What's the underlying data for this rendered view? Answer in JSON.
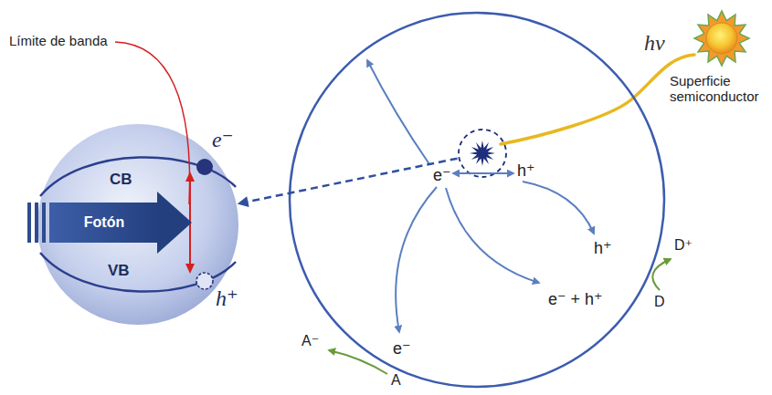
{
  "diagram": {
    "nodes": [
      {
        "text": [
          "CB",
          "VB",
          "e⁻",
          "h⁺"
        ]
      },
      {
        "text": [
          "Fotón"
        ]
      },
      {
        "text": [
          "e⁻",
          "h⁺",
          "h⁺",
          "e⁻ + h⁺",
          "e⁻"
        ]
      }
    ],
    "edges": [
      {
        "from": 2,
        "to": 0,
        "arrow": "to"
      }
    ],
    "labels": [
      "Límite de banda",
      "hv",
      "Superficie semiconductor",
      "D⁺",
      "D",
      "A⁻",
      "A"
    ]
  }
}
